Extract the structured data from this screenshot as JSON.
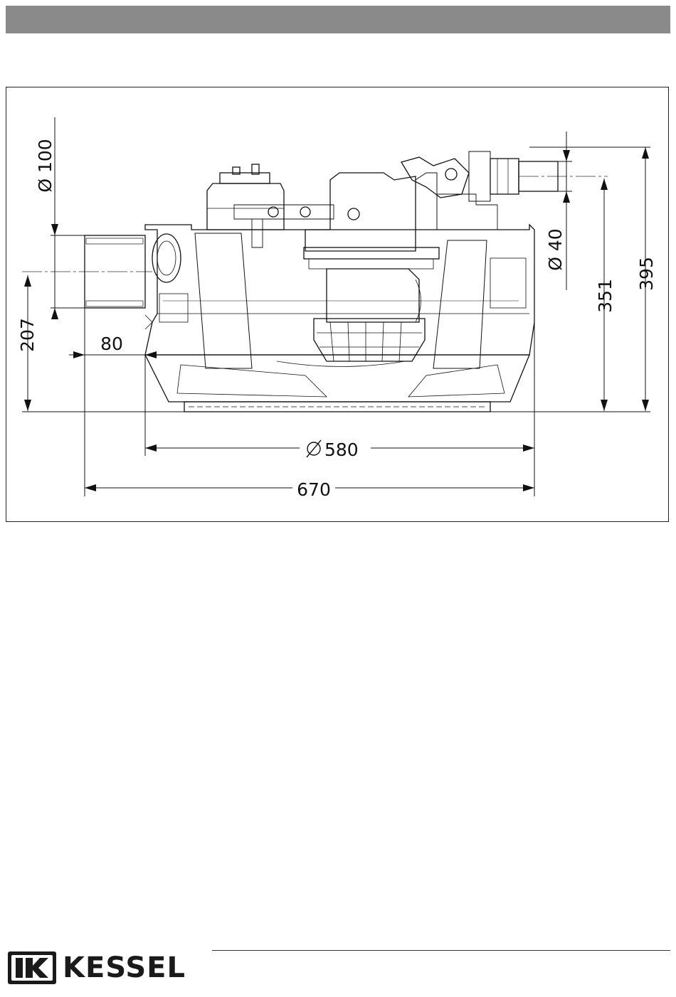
{
  "dimensions": {
    "inlet_diameter": "Ø 100",
    "outlet_diameter": "Ø 40",
    "inlet_height": "207",
    "inlet_offset": "80",
    "outlet_height": "351",
    "total_height": "395",
    "body_diameter": "580",
    "total_width": "670"
  },
  "footer": {
    "brand": "KESSEL"
  }
}
